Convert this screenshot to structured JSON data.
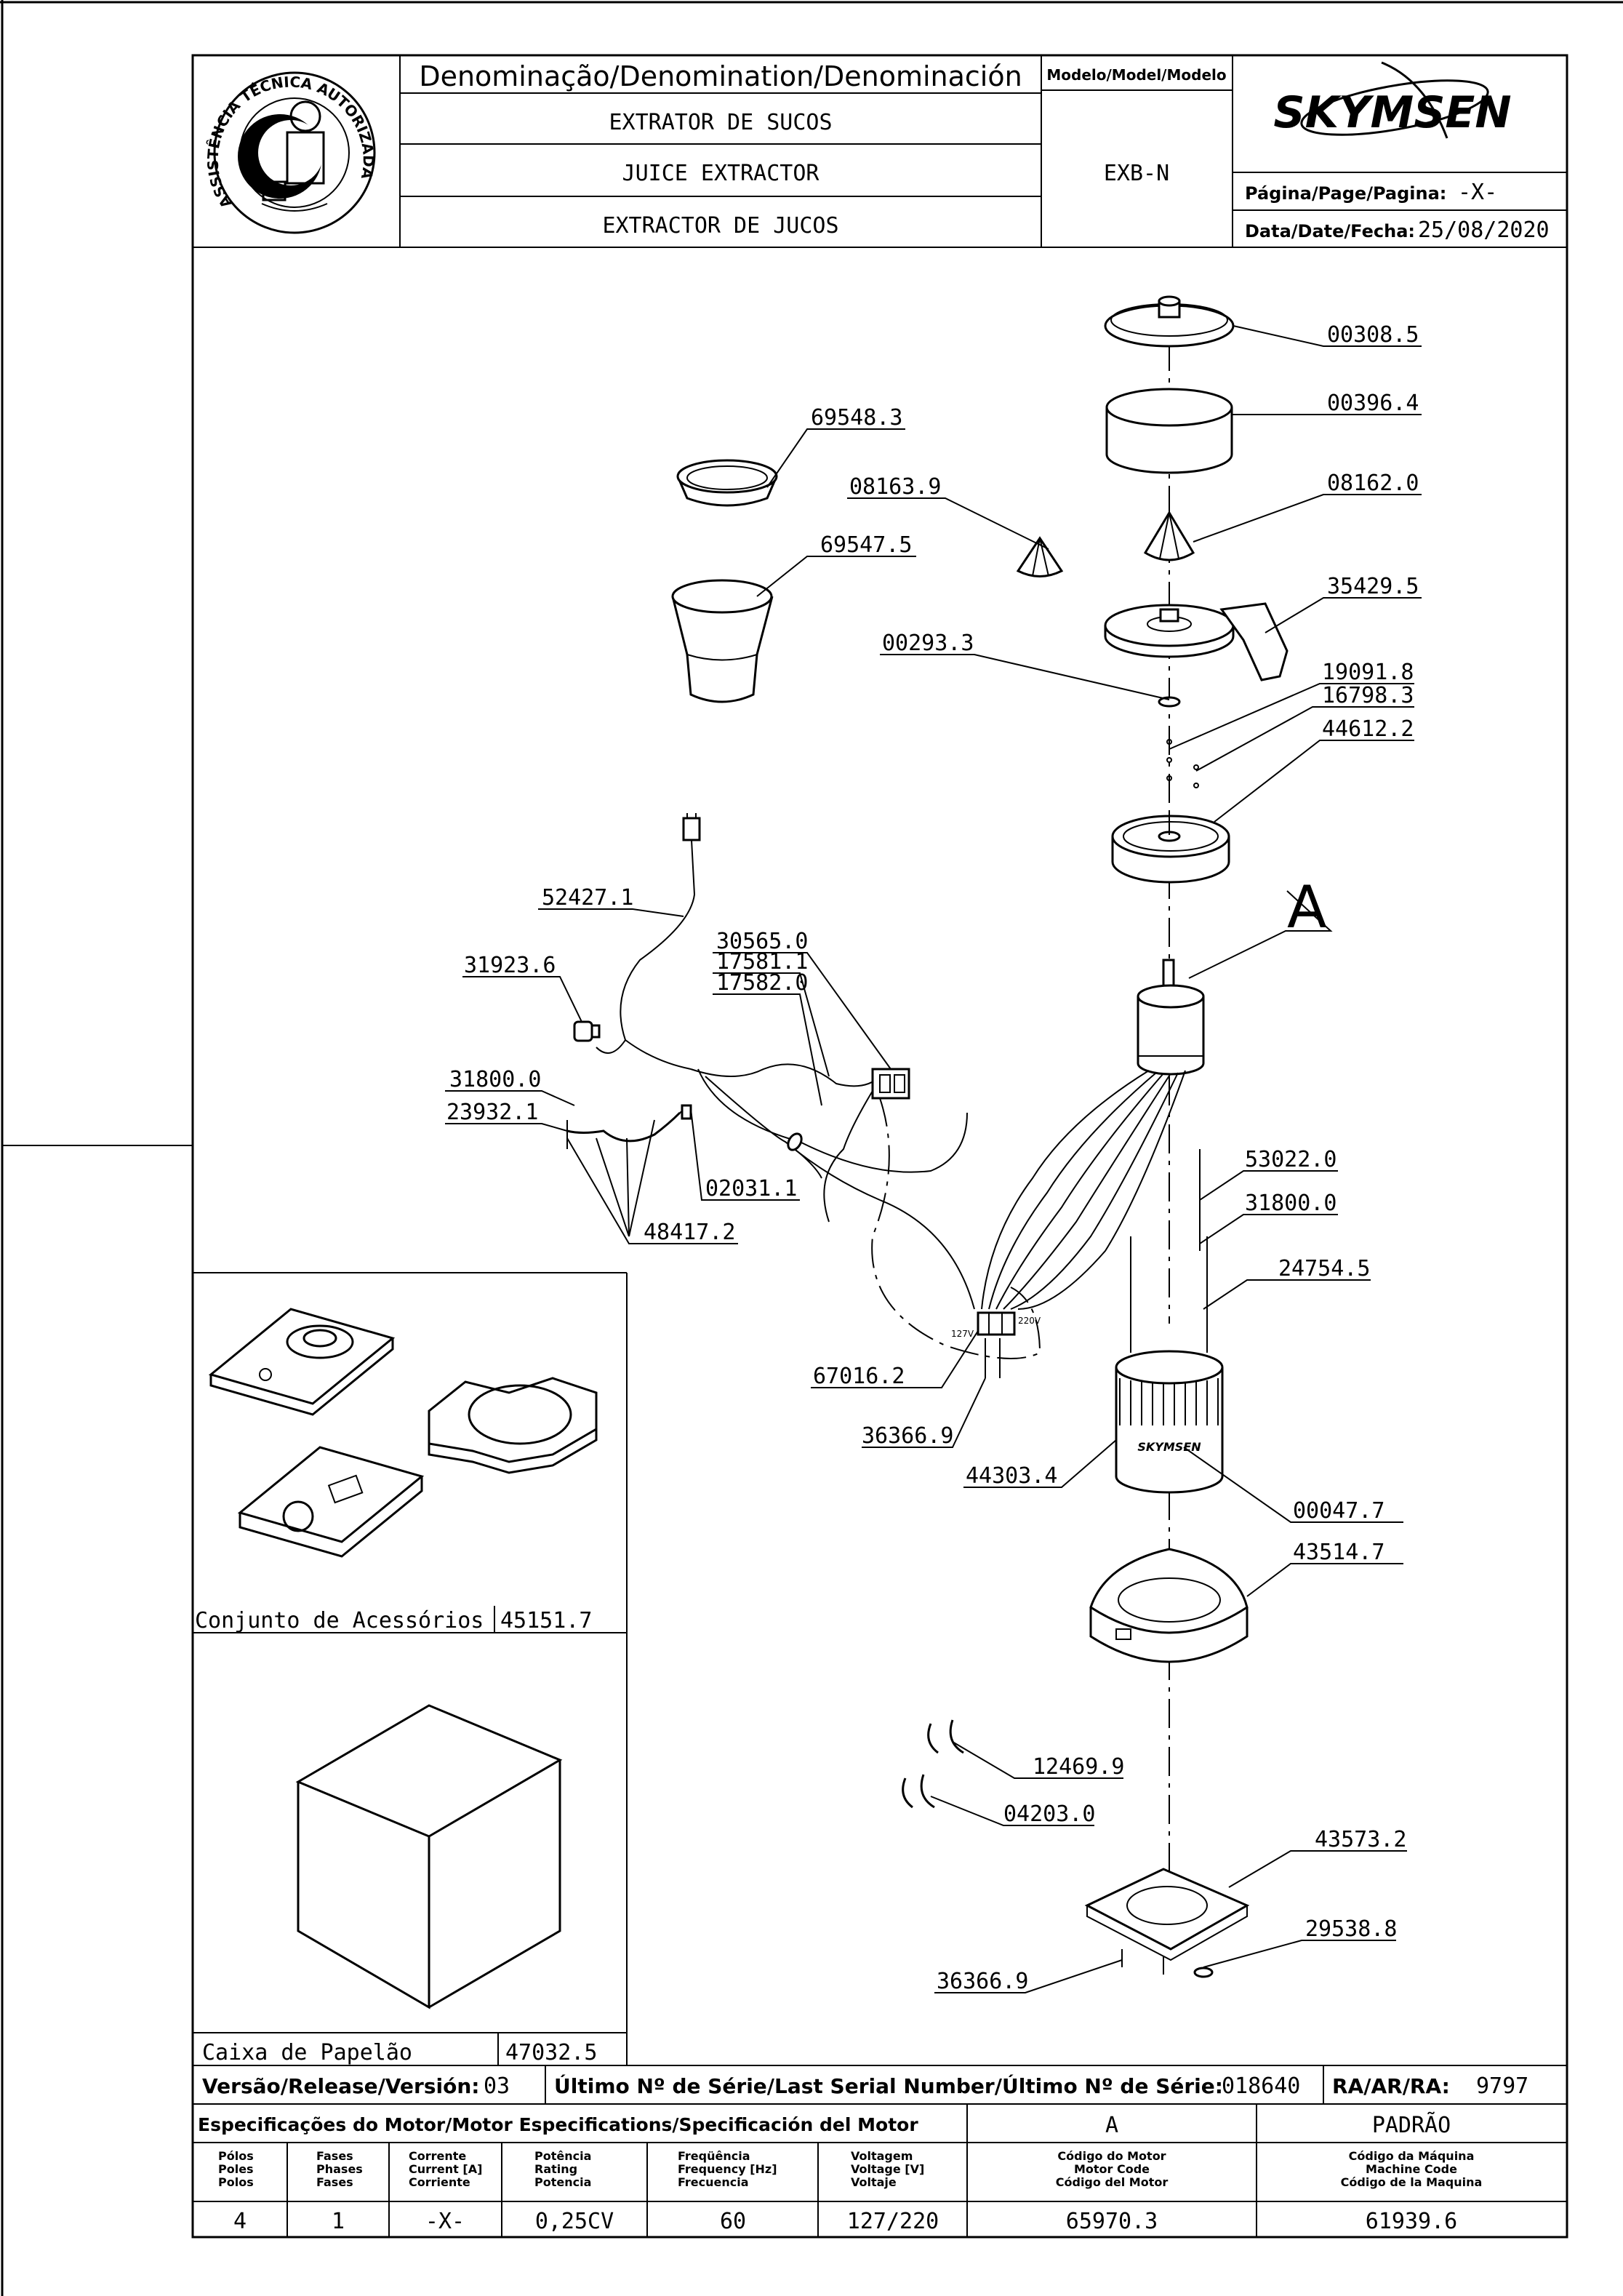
{
  "header": {
    "denomination_label": "Denominação/Denomination/Denominación",
    "model_label": "Modelo/Model/Modelo",
    "name_pt": "EXTRATOR DE SUCOS",
    "name_en": "JUICE EXTRACTOR",
    "name_es": "EXTRACTOR DE JUCOS",
    "model_value": "EXB-N",
    "page_label": "Página/Page/Pagina:",
    "page_value": "-X-",
    "date_label": "Data/Date/Fecha:",
    "date_value": "25/08/2020",
    "brand": "SKYMSEN",
    "seal_text": "ASSISTÊNCIA TÉCNICA AUTORIZADA"
  },
  "parts": {
    "p00308_5": "00308.5",
    "p00396_4": "00396.4",
    "p08162_0": "08162.0",
    "p69548_3": "69548.3",
    "p08163_9": "08163.9",
    "p69547_5": "69547.5",
    "p35429_5": "35429.5",
    "p00293_3": "00293.3",
    "p19091_8": "19091.8",
    "p16798_3": "16798.3",
    "p44612_2": "44612.2",
    "p52427_1": "52427.1",
    "p30565_0": "30565.0",
    "p17581_1": "17581.1",
    "p17582_0": "17582.0",
    "p31923_6": "31923.6",
    "p31800_0a": "31800.0",
    "p23932_1": "23932.1",
    "p02031_1": "02031.1",
    "p48417_2": "48417.2",
    "p53022_0": "53022.0",
    "p31800_0b": "31800.0",
    "p24754_5": "24754.5",
    "p67016_2": "67016.2",
    "p36366_9a": "36366.9",
    "p44303_4": "44303.4",
    "p00047_7": "00047.7",
    "p43514_7": "43514.7",
    "p12469_9": "12469.9",
    "p04203_0": "04203.0",
    "p43573_2": "43573.2",
    "p29538_8": "29538.8",
    "p36366_9b": "36366.9",
    "detail_A": "A",
    "v127": "127V",
    "v220": "220V"
  },
  "accessories": {
    "label": "Conjunto de Acessórios",
    "code": "45151.7"
  },
  "packaging": {
    "label": "Caixa de Papelão",
    "code": "47032.5"
  },
  "footer": {
    "version_label": "Versão/Release/Versión:",
    "version_value": "03",
    "serial_label": "Último Nº de Série/Last Serial Number/Último Nº de Série:",
    "serial_value": "018640",
    "ra_label": "RA/AR/RA:",
    "ra_value": "9797",
    "motor_spec_title": "Especificações do Motor/Motor Especifications/Specificación del Motor",
    "motor_col_a": "A",
    "padrao": "PADRÃO",
    "col_poles": [
      "Pólos",
      "Poles",
      "Polos"
    ],
    "col_phases": [
      "Fases",
      "Phases",
      "Fases"
    ],
    "col_current": [
      "Corrente",
      "Current [A]",
      "Corriente"
    ],
    "col_rating": [
      "Potência",
      "Rating",
      "Potencia"
    ],
    "col_frequency": [
      "Freqüência",
      "Frequency [Hz]",
      "Frecuencia"
    ],
    "col_voltage": [
      "Voltagem",
      "Voltage [V]",
      "Voltaje"
    ],
    "col_motor_code": [
      "Código do Motor",
      "Motor Code",
      "Código del Motor"
    ],
    "col_machine_code": [
      "Código da Máquina",
      "Machine Code",
      "Código de la Maquina"
    ],
    "val_poles": "4",
    "val_phases": "1",
    "val_current": "-X-",
    "val_rating": "0,25CV",
    "val_frequency": "60",
    "val_voltage": "127/220",
    "val_motor_code": "65970.3",
    "val_machine_code": "61939.6"
  }
}
